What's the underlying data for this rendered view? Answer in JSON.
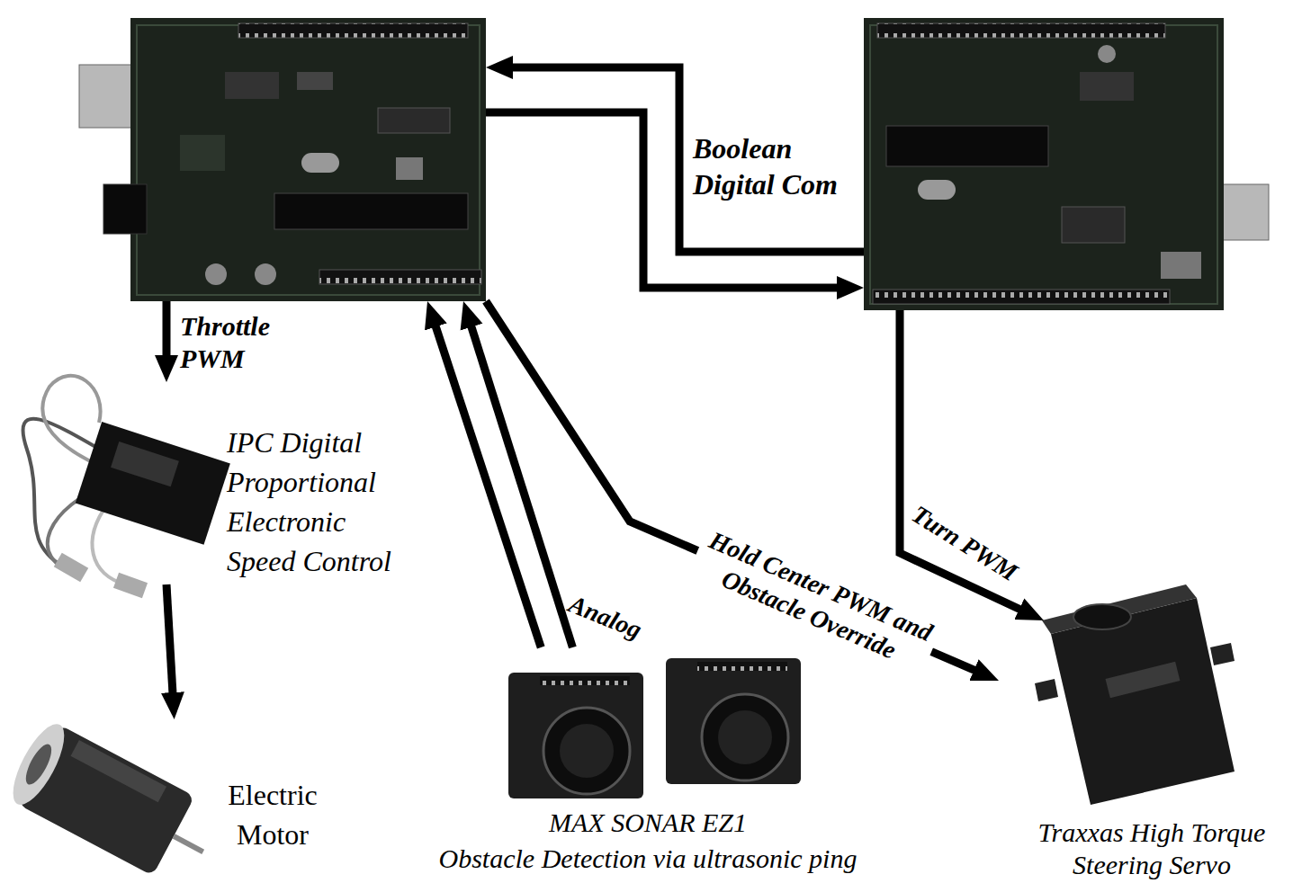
{
  "diagram": {
    "nodes": [
      {
        "text": []
      },
      {
        "text": []
      },
      {
        "text": [
          "IPC Digital Proportional Electronic Speed Control"
        ]
      },
      {
        "text": [
          "Electric Motor"
        ]
      },
      {
        "text": [
          "MAX SONAR EZ1",
          "Obstacle Detection via ultrasonic ping"
        ]
      },
      {
        "text": [
          "Traxxas High Torque Steering Servo"
        ]
      }
    ],
    "edges": [
      {
        "from": 1,
        "to": 0,
        "arrow": "to",
        "label": "Boolean Digital Com"
      },
      {
        "from": 0,
        "to": 1,
        "arrow": "to"
      },
      {
        "from": 0,
        "to": 2,
        "arrow": "to",
        "label": "Throttle PWM"
      },
      {
        "from": 2,
        "to": 3,
        "arrow": "to"
      },
      {
        "from": 4,
        "to": 0,
        "arrow": "to"
      },
      {
        "from": 4,
        "to": 0,
        "arrow": "to",
        "label": "Analog"
      },
      {
        "from": 0,
        "to": 5,
        "arrow": "to",
        "label": "Hold Center PWM and Obstacle Override"
      },
      {
        "from": 1,
        "to": 5,
        "arrow": "to",
        "label": "Turn PWM"
      }
    ]
  }
}
